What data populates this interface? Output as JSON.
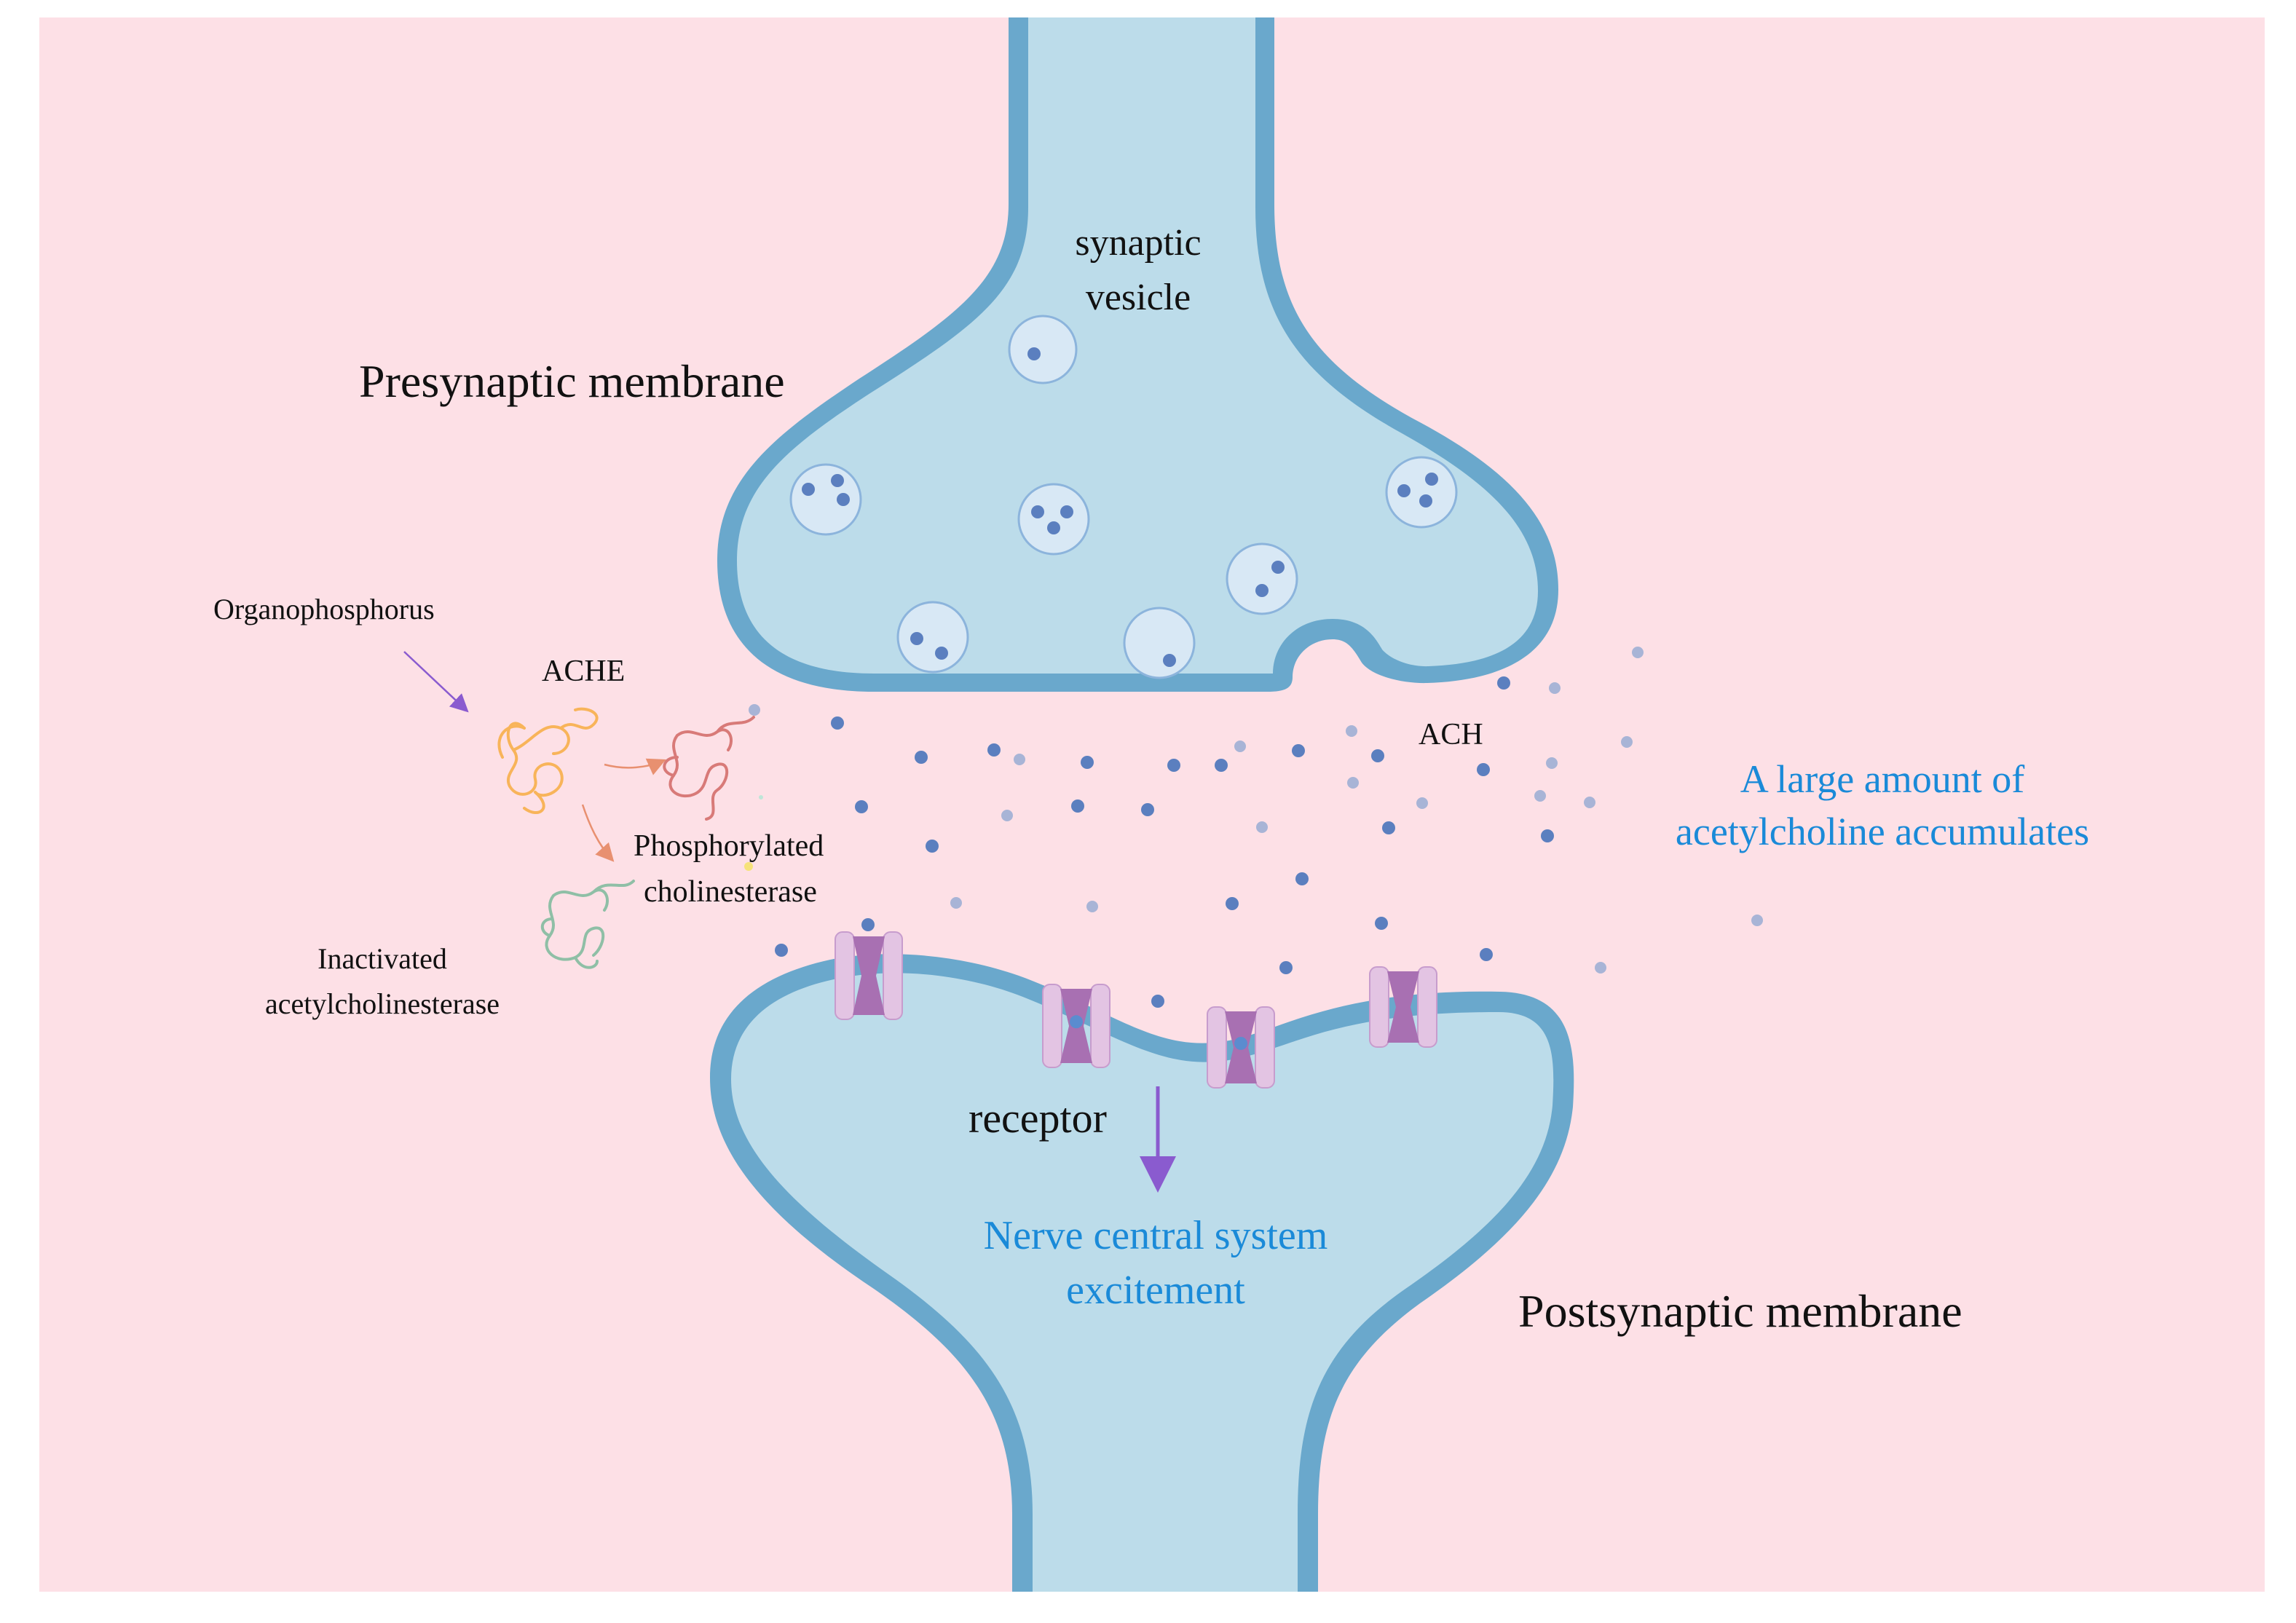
{
  "labels": {
    "synaptic_vesicle_line1": "synaptic",
    "synaptic_vesicle_line2": "vesicle",
    "presynaptic": "Presynaptic membrane",
    "organophosphorus": "Organophosphorus",
    "ache": "ACHE",
    "ach": "ACH",
    "phosphorylated_line1": "Phosphorylated",
    "phosphorylated_line2": "cholinesterase",
    "inactivated_line1": "Inactivated",
    "inactivated_line2": "acetylcholinesterase",
    "accumulates_line1": "A large amount of",
    "accumulates_line2": "acetylcholine accumulates",
    "receptor": "receptor",
    "excitement_line1": "Nerve central system",
    "excitement_line2": "excitement",
    "postsynaptic": "Postsynaptic membrane"
  },
  "colors": {
    "background": "#fde0e6",
    "cell_fill": "#bcdcea",
    "membrane": "#6aa8cc",
    "vesicle_fill": "#d8e8f5",
    "vesicle_edge": "#8cb4dc",
    "ach_dark": "#5b7fbf",
    "ach_light": "#a8b4d6",
    "receptor_light": "#e3c4e3",
    "receptor_dark": "#a870b2",
    "arrow_purple": "#8a5bcf",
    "arrow_orange": "#e89070",
    "enzyme_orange": "#f8b45a",
    "enzyme_red": "#d87a78",
    "enzyme_green": "#8fbfa6",
    "accent_text": "#1a8ad8"
  }
}
